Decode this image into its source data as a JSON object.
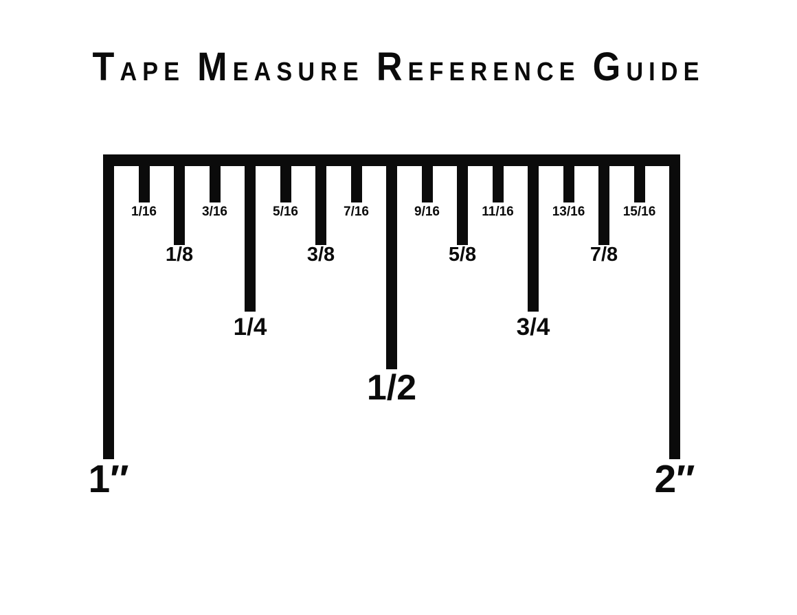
{
  "title": {
    "text": "Tape Measure Reference Guide"
  },
  "colors": {
    "ink": "#0b0b0b",
    "paper": "#ffffff"
  },
  "ruler": {
    "start_label": "1″",
    "end_label": "2″",
    "ticks": [
      {
        "label": "1″",
        "kind": "inch"
      },
      {
        "label": "1/16",
        "kind": "sixteenth"
      },
      {
        "label": "1/8",
        "kind": "eighth"
      },
      {
        "label": "3/16",
        "kind": "sixteenth"
      },
      {
        "label": "1/4",
        "kind": "quarter"
      },
      {
        "label": "5/16",
        "kind": "sixteenth"
      },
      {
        "label": "3/8",
        "kind": "eighth"
      },
      {
        "label": "7/16",
        "kind": "sixteenth"
      },
      {
        "label": "1/2",
        "kind": "half"
      },
      {
        "label": "9/16",
        "kind": "sixteenth"
      },
      {
        "label": "5/8",
        "kind": "eighth"
      },
      {
        "label": "11/16",
        "kind": "sixteenth"
      },
      {
        "label": "3/4",
        "kind": "quarter"
      },
      {
        "label": "13/16",
        "kind": "sixteenth"
      },
      {
        "label": "7/8",
        "kind": "eighth"
      },
      {
        "label": "15/16",
        "kind": "sixteenth"
      },
      {
        "label": "2″",
        "kind": "inch"
      }
    ]
  }
}
